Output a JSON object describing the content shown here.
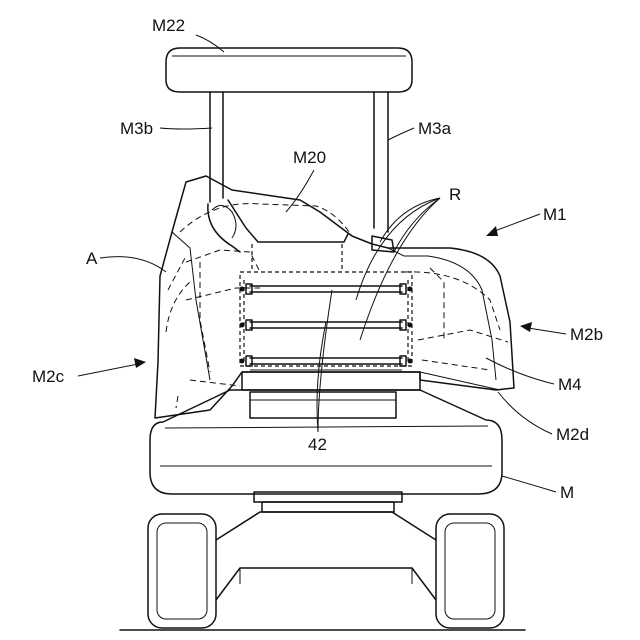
{
  "labels": {
    "m22": "M22",
    "m3b": "M3b",
    "m3a": "M3a",
    "m20": "M20",
    "r": "R",
    "m1": "M1",
    "a": "A",
    "m2b": "M2b",
    "m2c": "M2c",
    "m4": "M4",
    "m2d": "M2d",
    "ref42": "42",
    "m": "M"
  }
}
